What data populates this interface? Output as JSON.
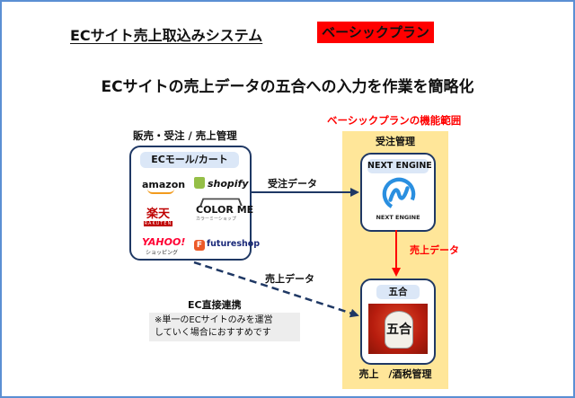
{
  "header": {
    "title": "ECサイト売上取込みシステム",
    "plan_badge": "ベーシックプラン",
    "plan_badge_color": "#ff0000"
  },
  "subtitle": "ECサイトの売上データの五合への入力を作業を簡略化",
  "sales_group": {
    "title": "販売・受注 / 売上管理",
    "box_label": "ECモール/カート",
    "logos": {
      "amazon": "amazon",
      "shopify": "shopify",
      "rakuten": "楽天",
      "rakuten_sub": "RAKUTEN",
      "colorme": "COLOR ME",
      "colorme_sub": "カラーミーショップ",
      "yahoo": "YAHOO!",
      "yahoo_sub": "ショッピング",
      "futureshop": "futureshop",
      "futureshop_badge": "F"
    }
  },
  "basic_plan": {
    "label": "ベーシックプランの機能範囲",
    "label_color": "#ff0000",
    "panel_color": "#ffe699",
    "order_title": "受注管理",
    "next_engine": {
      "label": "NEXT ENGINE",
      "logo_text": "NEXT ENGINE",
      "logo_icon": "next-engine-icon"
    },
    "gogo": {
      "label": "五合",
      "bottle_text": "五合"
    },
    "footer": "売上　/酒税管理"
  },
  "edges": {
    "order_data": "受注データ",
    "sales_data_red": "売上データ",
    "sales_data_direct": "売上データ"
  },
  "direct": {
    "title": "EC直接連携",
    "note_line1": "※単一のECサイトのみを運営",
    "note_line2": "していく場合におすすめです"
  },
  "colors": {
    "border": "#5b8fd3",
    "navy": "#1f3864",
    "red_arrow": "#ff0000"
  }
}
